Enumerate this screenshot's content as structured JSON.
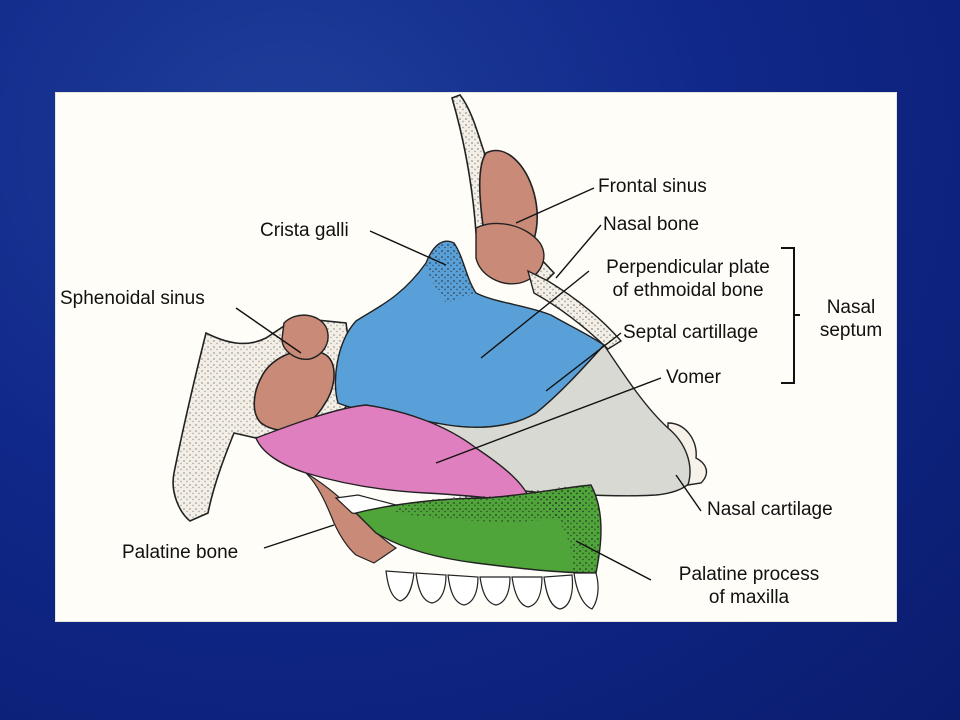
{
  "labels": {
    "frontal_sinus": "Frontal sinus",
    "nasal_bone": "Nasal bone",
    "crista_galli": "Crista galli",
    "perpendicular_plate_line1": "Perpendicular plate",
    "perpendicular_plate_line2": "of ethmoidal bone",
    "sphenoidal_sinus": "Sphenoidal sinus",
    "septal_cartilage": "Septal cartillage",
    "vomer": "Vomer",
    "nasal_septum_line1": "Nasal",
    "nasal_septum_line2": "septum",
    "nasal_cartilage": "Nasal cartilage",
    "palatine_bone": "Palatine bone",
    "palatine_process_line1": "Palatine process",
    "palatine_process_line2": "of maxilla"
  },
  "colors": {
    "slide_background": "#10288a",
    "panel_background": "#fffdf8",
    "perpendicular_plate": "#5aa0d8",
    "septal_cartilage": "#d9d9d4",
    "vomer": "#e07fbf",
    "palatine_process": "#4fa53a",
    "sinus": "#c98a78",
    "bone_outline": "#222222"
  }
}
